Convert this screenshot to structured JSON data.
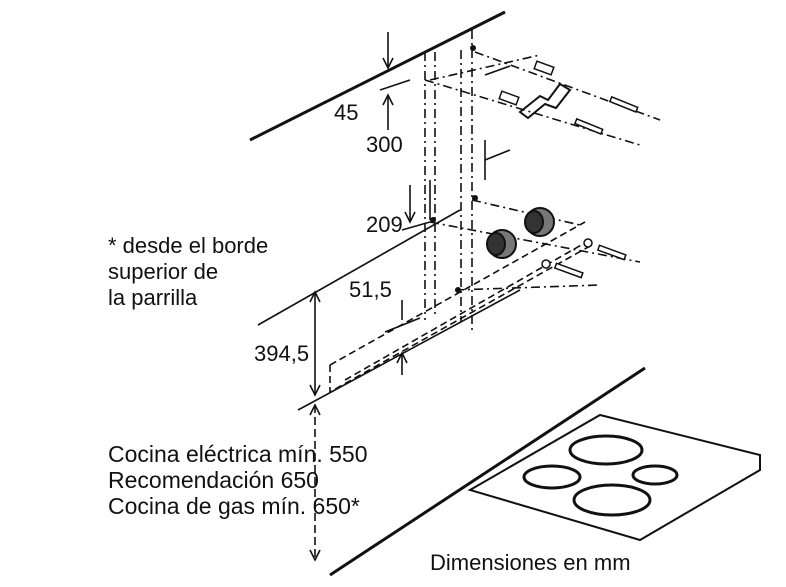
{
  "dimensions": {
    "d45": "45",
    "d300": "300",
    "d209": "209",
    "d51_5": "51,5",
    "d394_5": "394,5"
  },
  "note": {
    "line1": "* desde el borde",
    "line2": "superior de",
    "line3": "la parrilla"
  },
  "requirements": {
    "line1": "Cocina eléctrica mín. 550",
    "line2": "Recomendación 650",
    "line3": "Cocina de gas mín. 650*"
  },
  "footer": "Dimensiones en mm",
  "colors": {
    "line": "#111111",
    "background": "#ffffff"
  }
}
